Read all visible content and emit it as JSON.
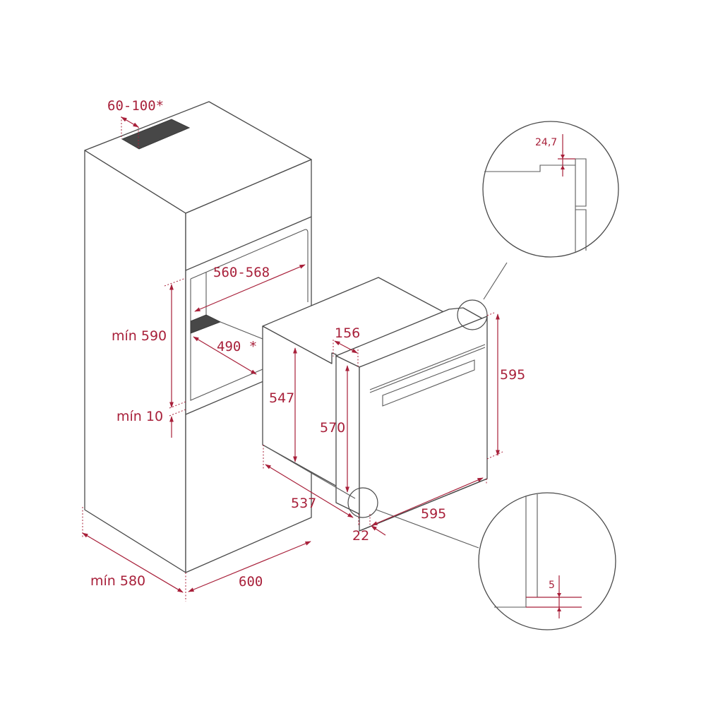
{
  "diagram": {
    "type": "built-in oven installation dimensions",
    "units": "mm",
    "colors": {
      "line": "#4a4a4a",
      "dimension": "#a8203a",
      "vent_slot": "#474747",
      "background": "#ffffff"
    },
    "cabinet": {
      "ventilation_top": "60-100*",
      "niche_width": "560-568",
      "niche_depth_vent": "490 *",
      "niche_height": "mín 590",
      "bottom_gap": "mín 10",
      "depth": "mín 580",
      "width": "600"
    },
    "oven": {
      "body_height": "547",
      "front_height_inner": "570",
      "front_height": "595",
      "top_step_depth": "156",
      "body_depth": "537",
      "front_width": "595",
      "front_thickness": "22"
    },
    "detail_top": {
      "gap": "24,7"
    },
    "detail_bottom": {
      "gap": "5"
    }
  }
}
